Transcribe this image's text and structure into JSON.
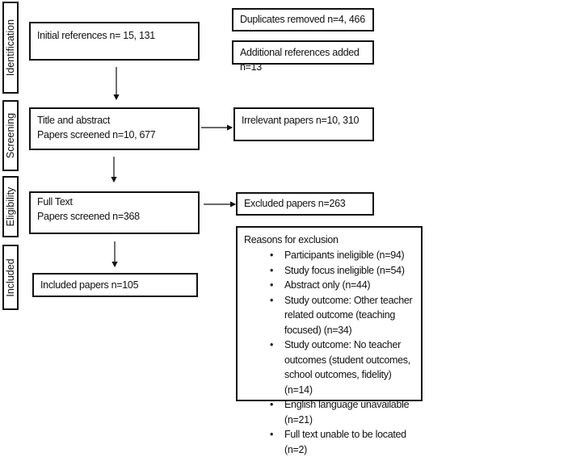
{
  "stages": {
    "identification": "Identification",
    "screening": "Screening",
    "eligibility": "Eligibility",
    "included": "Included"
  },
  "identification": {
    "initial": "Initial references n= 15, 131",
    "duplicates": "Duplicates removed n=4, 466",
    "additional": "Additional references added n=13"
  },
  "screening": {
    "title": "Title and abstract",
    "count": "Papers screened n=10, 677",
    "irrelevant": "Irrelevant papers n=10, 310"
  },
  "eligibility": {
    "title": "Full Text",
    "count": "Papers screened n=368",
    "excluded": "Excluded papers n=263"
  },
  "included": {
    "count": "Included papers n=105"
  },
  "exclusion": {
    "heading": "Reasons for exclusion",
    "reasons": [
      "Participants ineligible (n=94)",
      "Study focus ineligible (n=54)",
      "Abstract only (n=44)",
      "Study outcome: Other teacher related outcome (teaching focused) (n=34)",
      "Study outcome: No teacher outcomes (student outcomes, school outcomes, fidelity) (n=14)",
      "English language unavailable (n=21)",
      "Full text unable to be located (n=2)"
    ]
  }
}
